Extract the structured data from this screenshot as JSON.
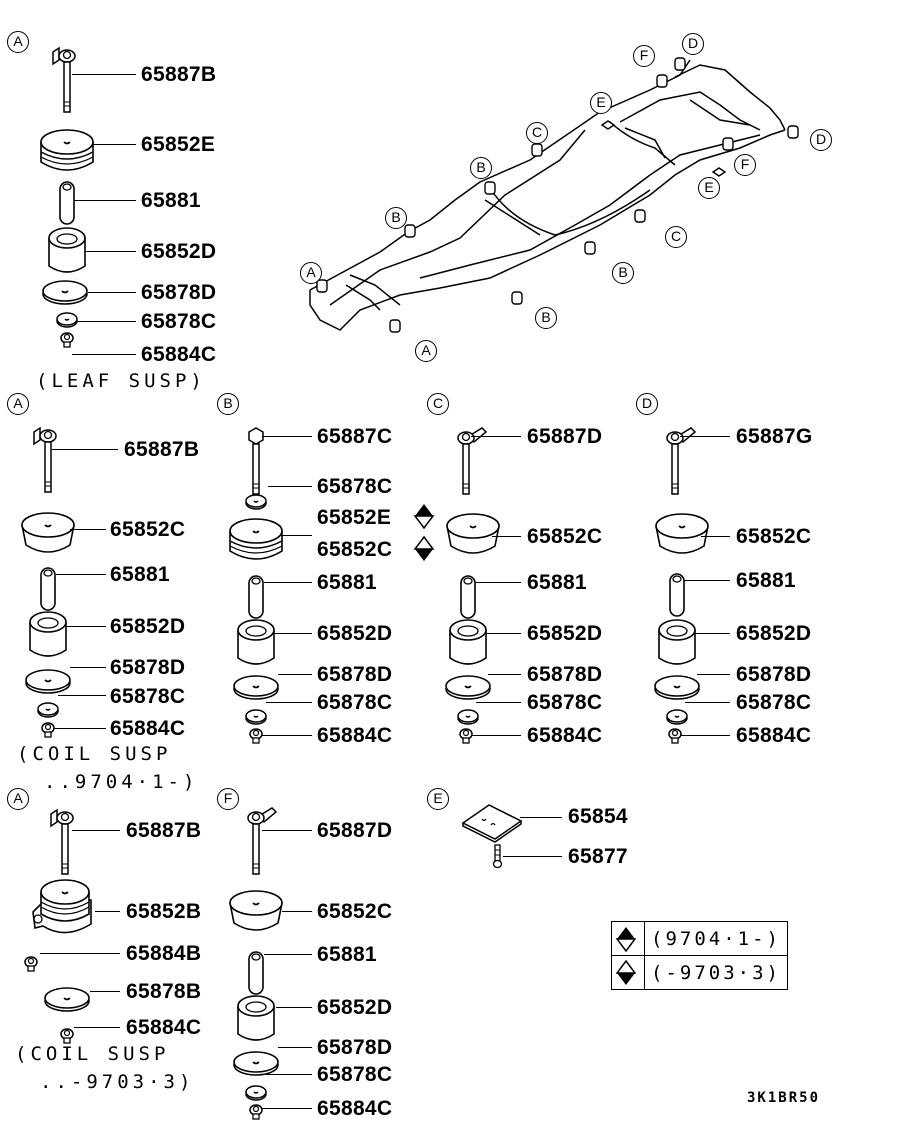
{
  "diagram": {
    "type": "parts-exploded-view",
    "drawing_code": "3K1BR50",
    "frame_overview": {
      "location_labels": [
        "A",
        "B",
        "C",
        "D",
        "E",
        "F",
        "A",
        "B",
        "B",
        "C",
        "E",
        "F",
        "D",
        "B",
        "B",
        "A"
      ]
    },
    "groups": {
      "a_leaf": {
        "marker": "A",
        "parts": [
          "65887B",
          "65852E",
          "65881",
          "65852D",
          "65878D",
          "65878C",
          "65884C"
        ],
        "note": "(LEAF SUSP)"
      },
      "a_coil_new": {
        "marker": "A",
        "parts": [
          "65887B",
          "65852C",
          "65881",
          "65852D",
          "65878D",
          "65878C",
          "65884C"
        ],
        "note_line1": "(COIL SUSP",
        "note_line2": "..9704·1-)"
      },
      "b": {
        "marker": "B",
        "parts": [
          "65887C",
          "65878C",
          "65852E",
          "65852C",
          "65881",
          "65852D",
          "65878D",
          "65878C",
          "65884C"
        ]
      },
      "c": {
        "marker": "C",
        "parts": [
          "65887D",
          "65852C",
          "65881",
          "65852D",
          "65878D",
          "65878C",
          "65884C"
        ]
      },
      "d": {
        "marker": "D",
        "parts": [
          "65887G",
          "65852C",
          "65881",
          "65852D",
          "65878D",
          "65878C",
          "65884C"
        ]
      },
      "a_coil_old": {
        "marker": "A",
        "parts": [
          "65887B",
          "65852B",
          "65884B",
          "65878B",
          "65884C"
        ],
        "note_line1": "(COIL SUSP",
        "note_line2": "..-9703·3)"
      },
      "f": {
        "marker": "F",
        "parts": [
          "65887D",
          "65852C",
          "65881",
          "65852D",
          "65878D",
          "65878C",
          "65884C"
        ]
      },
      "e": {
        "marker": "E",
        "parts": [
          "65854",
          "65877"
        ]
      }
    },
    "legend": [
      {
        "symbol": "diamond-top-filled-icon",
        "text": "(9704·1-)"
      },
      {
        "symbol": "diamond-bottom-filled-icon",
        "text": "(-9703·3)"
      }
    ]
  }
}
